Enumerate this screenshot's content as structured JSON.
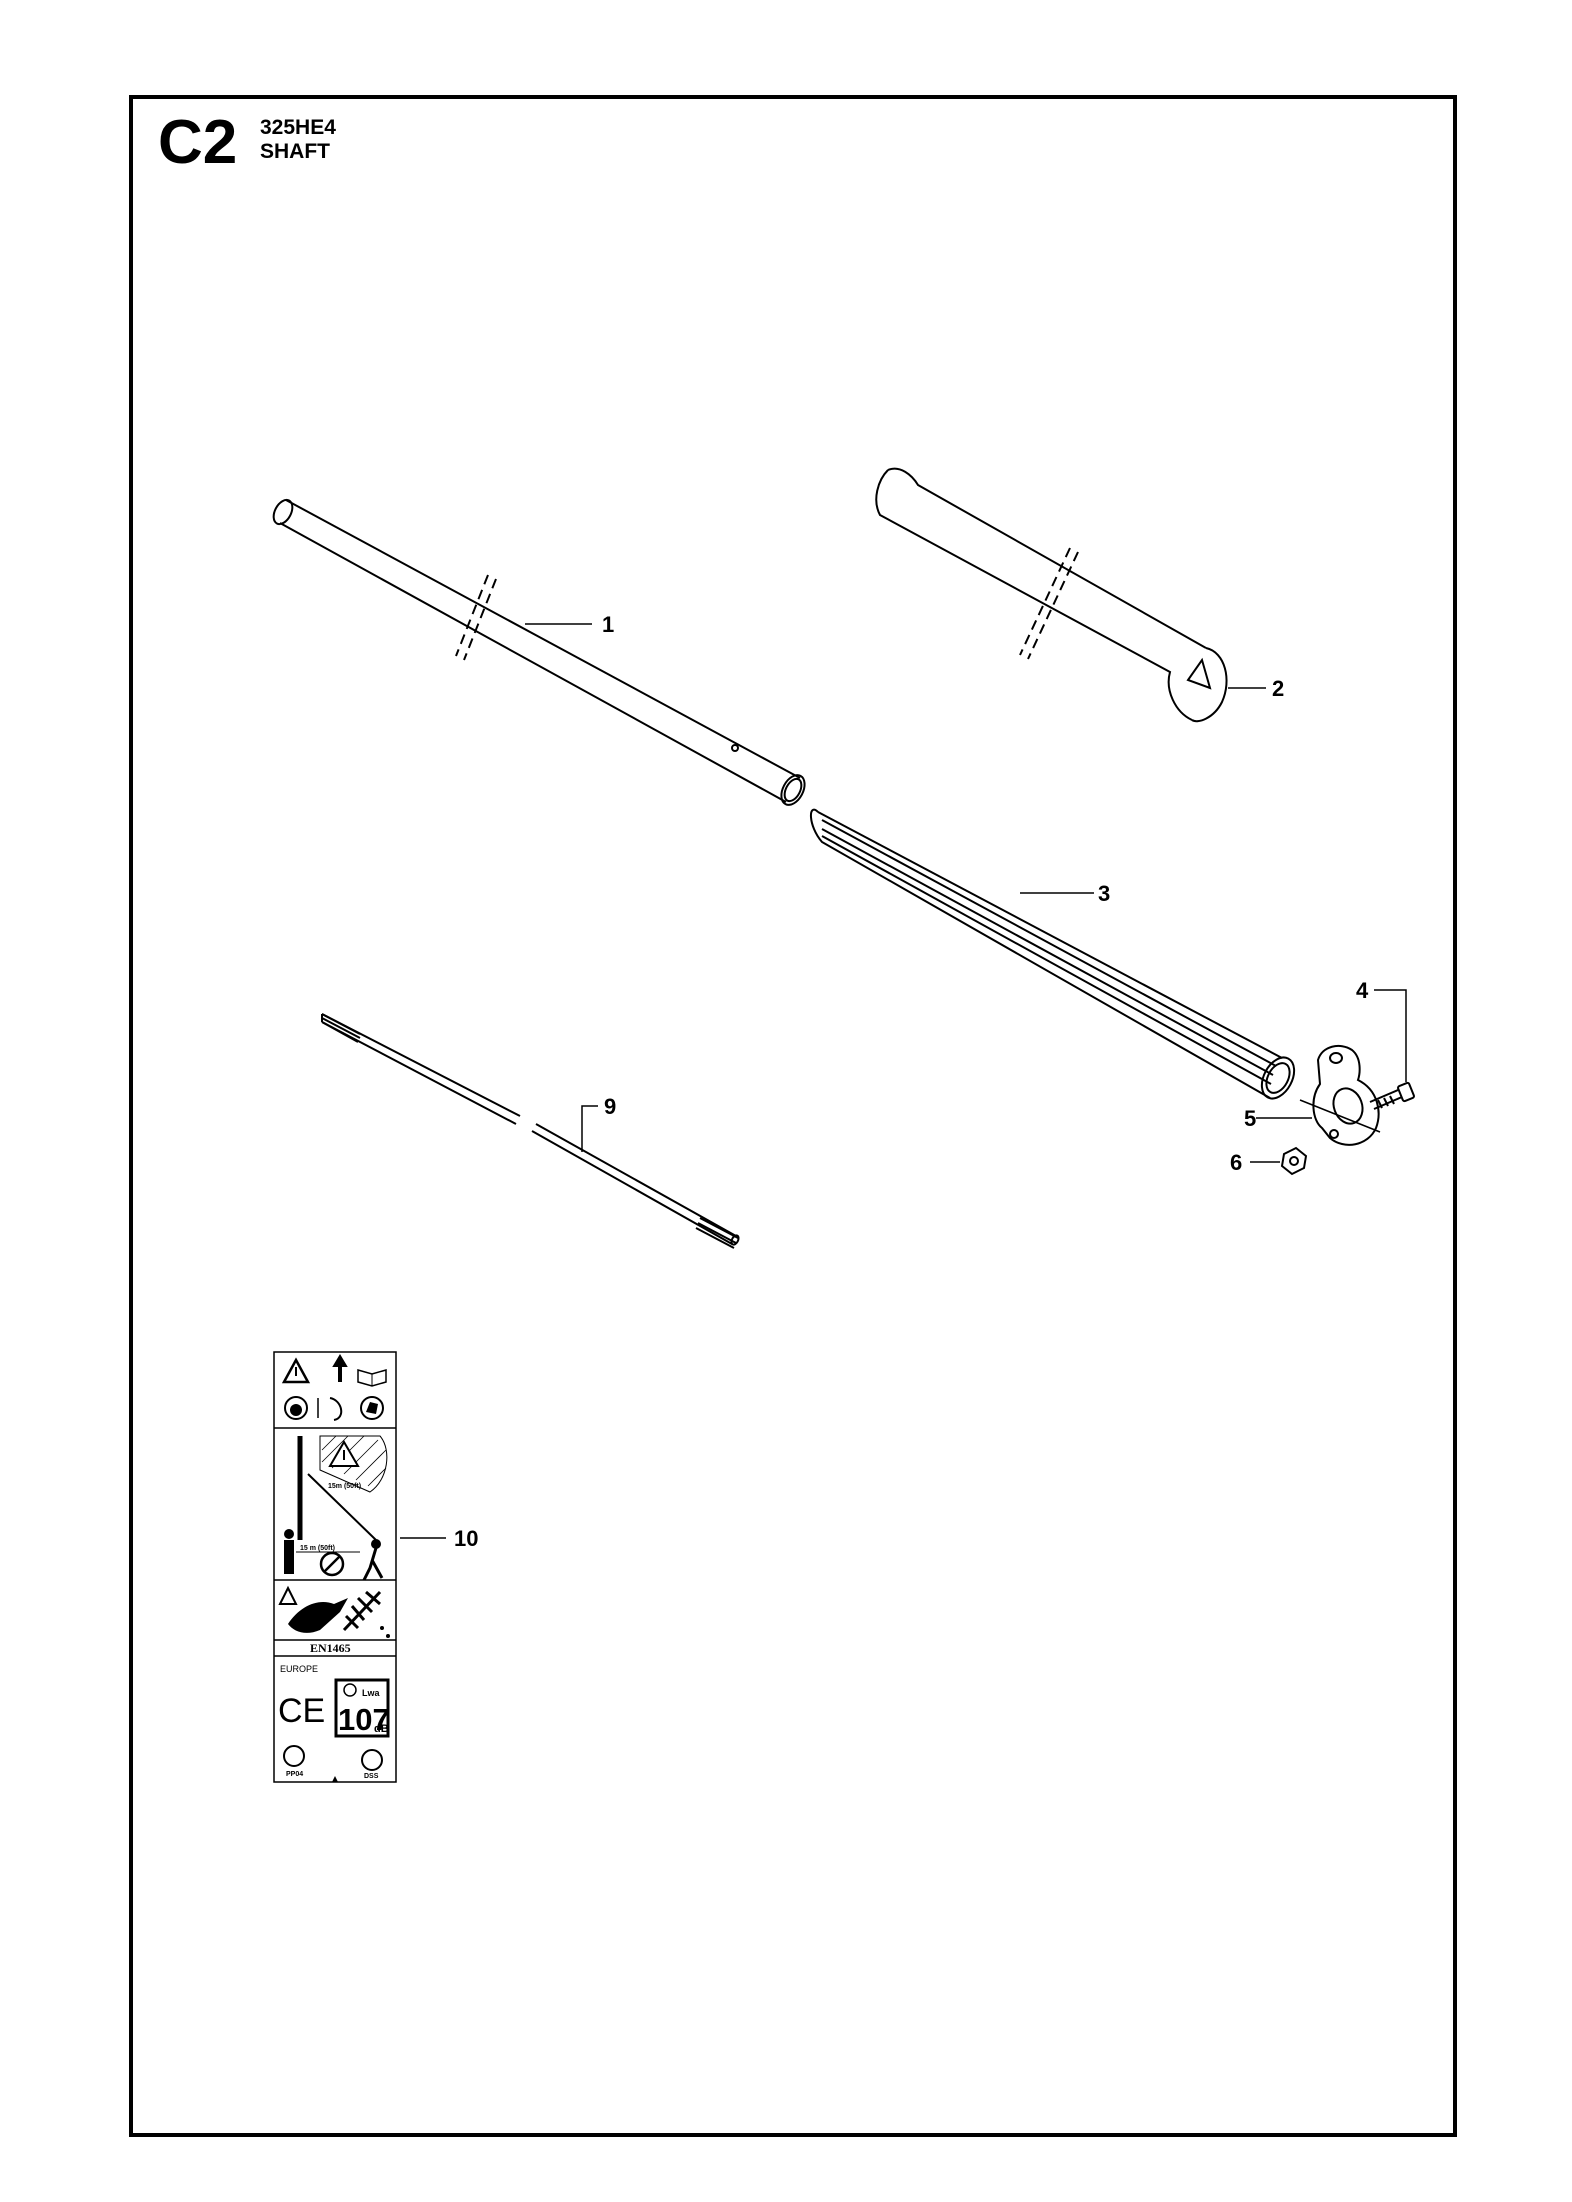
{
  "header": {
    "code": "C2",
    "model": "325HE4",
    "section": "SHAFT"
  },
  "callouts": {
    "c1": "1",
    "c2": "2",
    "c3": "3",
    "c4": "4",
    "c5": "5",
    "c6": "6",
    "c9": "9",
    "c10": "10"
  },
  "label": {
    "dist1": "15m (50ft)",
    "dist2": "15 m (50ft)",
    "standard": "EN1465",
    "region": "EUROPE",
    "ce": "CE",
    "lwa": "Lwa",
    "sound_value": "107",
    "sound_unit": "dB",
    "cert1": "PP04",
    "cert2": "DSS"
  }
}
